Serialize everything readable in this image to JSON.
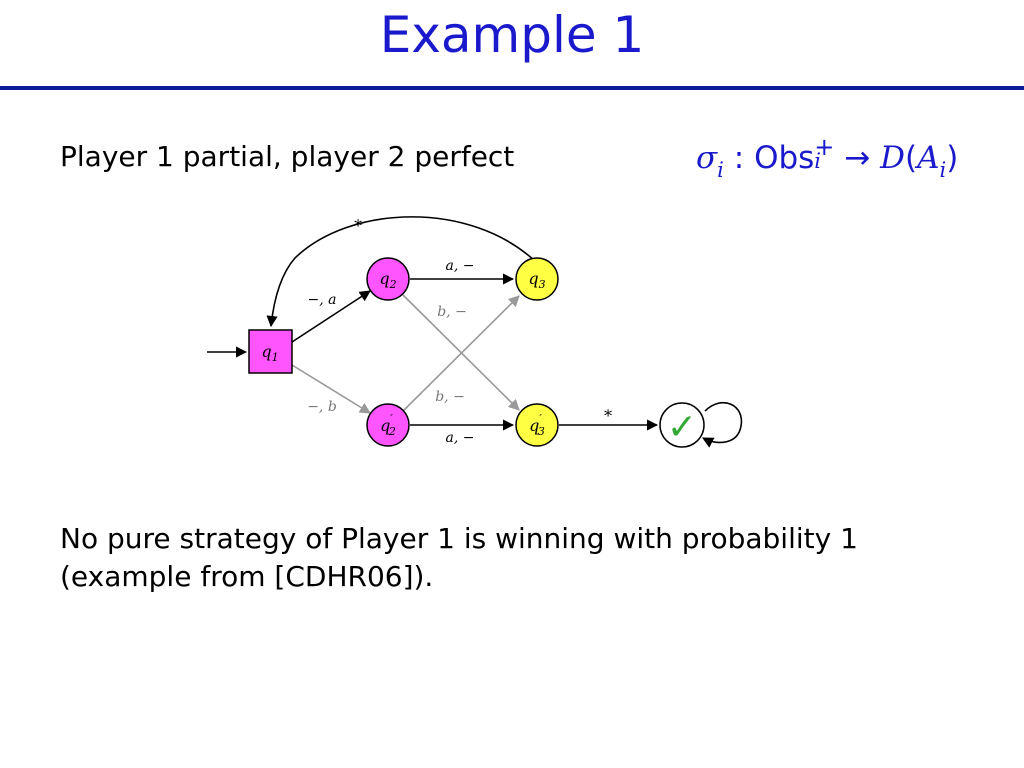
{
  "title": "Example 1",
  "subtitle": "Player 1 partial, player 2 perfect",
  "formula": {
    "sigma": "σ",
    "sub_i": "i",
    "colon": ":",
    "obs": "Obs",
    "plus": "+",
    "arrow": "→",
    "dist": "D",
    "lparen": "(",
    "A": "A",
    "rparen": ")"
  },
  "body": {
    "line1": "No pure strategy of Player 1 is winning with probability 1",
    "line2": "(example from [CDHR06])."
  },
  "diagram": {
    "states": {
      "q1": {
        "base": "q",
        "sub": "1",
        "prime": ""
      },
      "q2": {
        "base": "q",
        "sub": "2",
        "prime": ""
      },
      "q2p": {
        "base": "q",
        "sub": "2",
        "prime": "′"
      },
      "q3": {
        "base": "q",
        "sub": "3",
        "prime": ""
      },
      "q3p": {
        "base": "q",
        "sub": "3",
        "prime": "′"
      },
      "goal_symbol": "✓"
    },
    "edge_labels": {
      "q3_to_q1": "∗",
      "q1_to_q2": "−, a",
      "q1_to_q2p": "−, b",
      "q2_to_q3": "a, −",
      "q2_to_q3p": "b, −",
      "q2p_to_q3": "b, −",
      "q2p_to_q3p": "a, −",
      "q3p_to_goal": "∗"
    },
    "colors": {
      "magenta": "#ff55ff",
      "yellow": "#ffff44",
      "gray_edge": "#999999",
      "check": "#33aa33"
    }
  }
}
